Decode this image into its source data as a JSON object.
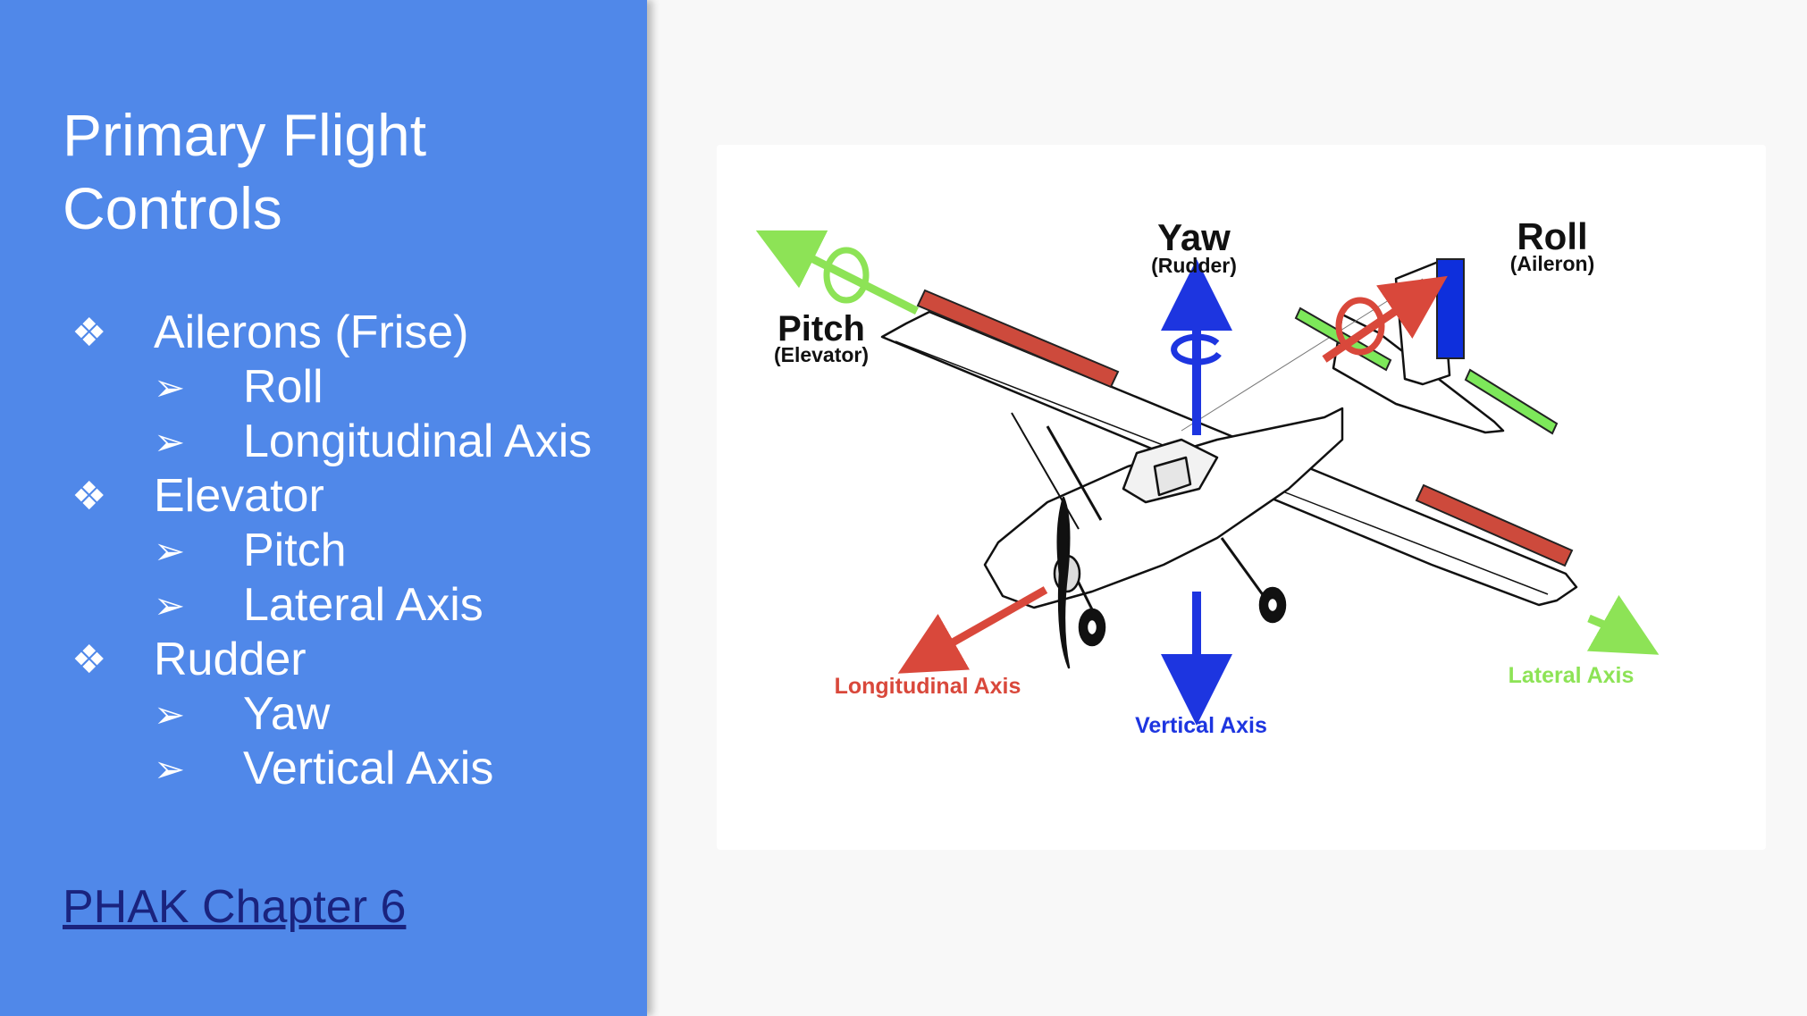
{
  "slide": {
    "title": "Primary Flight Controls",
    "bullets": [
      {
        "text": "Ailerons (Frise)",
        "marker": "❖",
        "sub": [
          {
            "text": "Roll",
            "marker": "➢"
          },
          {
            "text": "Longitudinal Axis",
            "marker": "➢"
          }
        ]
      },
      {
        "text": "Elevator",
        "marker": "❖",
        "sub": [
          {
            "text": "Pitch",
            "marker": "➢"
          },
          {
            "text": "Lateral Axis",
            "marker": "➢"
          }
        ]
      },
      {
        "text": "Rudder",
        "marker": "❖",
        "sub": [
          {
            "text": "Yaw",
            "marker": "➢"
          },
          {
            "text": "Vertical Axis",
            "marker": "➢"
          }
        ]
      }
    ],
    "link": "PHAK Chapter 6"
  },
  "diagram": {
    "labels": {
      "yaw": "Yaw",
      "yaw_sub": "(Rudder)",
      "roll": "Roll",
      "roll_sub": "(Aileron)",
      "pitch": "Pitch",
      "pitch_sub": "(Elevator)",
      "longitudinal_axis": "Longitudinal Axis",
      "vertical_axis": "Vertical Axis",
      "lateral_axis": "Lateral Axis"
    },
    "colors": {
      "pitch": "#8de356",
      "roll": "#d9483b",
      "yaw": "#1d35e0",
      "aileron_surface": "#cd4a3c",
      "elevator_surface": "#7de85a",
      "rudder_surface": "#0e2fdc",
      "link": "#1a237e",
      "panel": "#5088e9"
    }
  }
}
